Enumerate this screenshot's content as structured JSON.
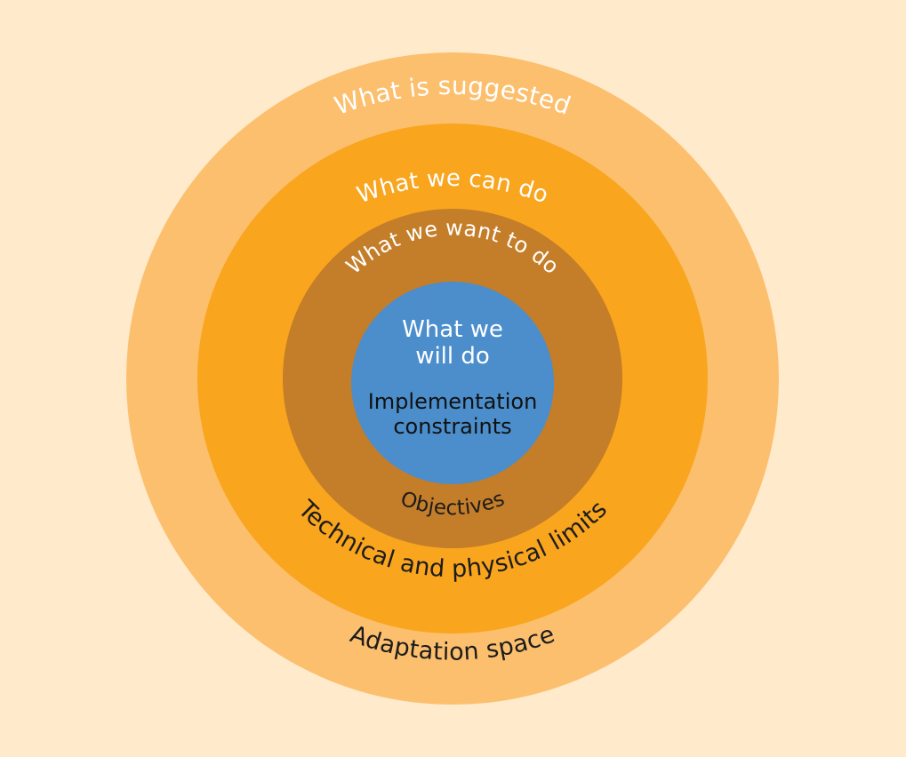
{
  "colors": {
    "background": "#FFEACC",
    "ring_outer": "#FCBF6E",
    "ring_middle": "#F9A51E",
    "ring_inner": "#C47D28",
    "core": "#4B8ECB",
    "text_light": "#FFFFFF",
    "text_dark": "#1C1C1C"
  },
  "rings": {
    "outer": {
      "top_label": "What is suggested",
      "bottom_label": "Adaptation space"
    },
    "middle": {
      "top_label": "What we can do",
      "bottom_label": "Technical and physical limits"
    },
    "inner": {
      "top_label": "What we want to do",
      "bottom_label": "Objectives"
    }
  },
  "core": {
    "line1": "What we",
    "line2": "will do",
    "line3": "Implementation",
    "line4": "constraints"
  }
}
